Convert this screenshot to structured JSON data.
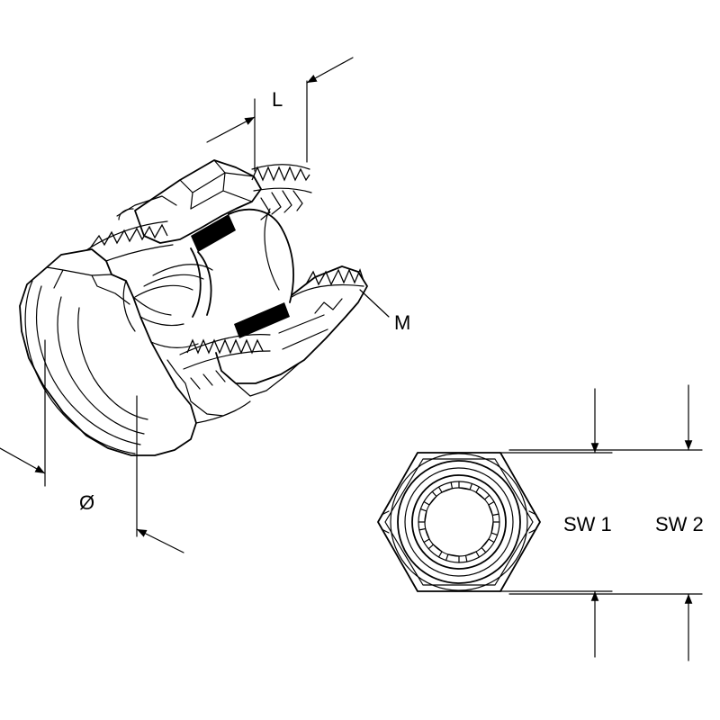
{
  "labels": {
    "length": "L",
    "thread": "M",
    "diameter": "Ø",
    "wrench_size_1": "SW 1",
    "wrench_size_2": "SW 2"
  }
}
